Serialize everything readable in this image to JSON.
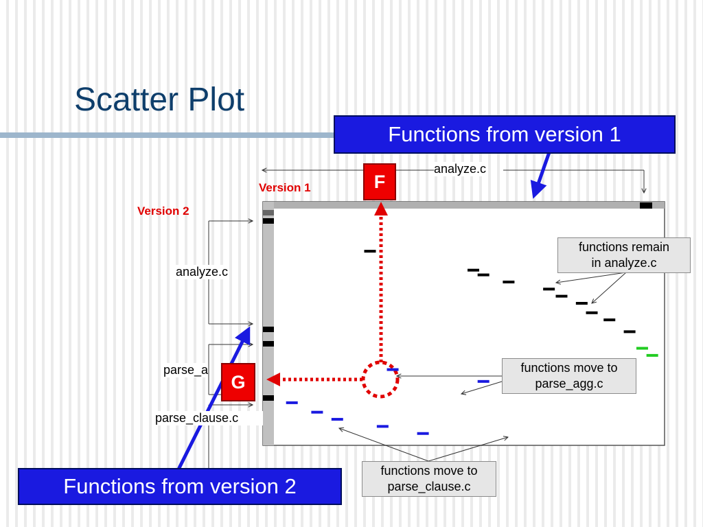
{
  "slide": {
    "title": "Scatter Plot",
    "callout_v1": "Functions from version 1",
    "callout_v2": "Functions from version 2",
    "version1_label": "Version 1",
    "version2_label": "Version 2",
    "top_file_label": "analyze.c",
    "left_file_labels": [
      "analyze.c",
      "parse_a",
      "parse_clause.c"
    ],
    "marker_f": "F",
    "marker_g": "G",
    "note_remain": [
      "functions remain",
      "in analyze.c"
    ],
    "note_agg": [
      "functions move to",
      "parse_agg.c"
    ],
    "note_clause": [
      "functions move to",
      "parse_clause.c"
    ],
    "colors": {
      "title": "#0e3e6b",
      "callout_bg": "#1a1ae0",
      "marker_red": "#ee0000",
      "analyze": "#000000",
      "agg": "#1a1ae0",
      "other": "#22cc22"
    }
  },
  "chart_data": {
    "type": "scatter",
    "x_label": "Version 1",
    "y_label": "Version 2",
    "x_range": [
      0,
      100
    ],
    "y_range": [
      0,
      100
    ],
    "series": [
      {
        "group": "analyze",
        "color": "#000000",
        "points": [
          [
            38,
            18
          ],
          [
            79,
            26
          ],
          [
            83,
            28
          ],
          [
            93,
            31
          ],
          [
            109,
            34
          ],
          [
            114,
            37
          ],
          [
            122,
            40
          ],
          [
            126,
            44
          ],
          [
            133,
            47
          ],
          [
            141,
            52
          ]
        ]
      },
      {
        "group": "parse_agg",
        "color": "#1a1ae0",
        "points": [
          [
            47,
            68
          ],
          [
            83,
            73
          ]
        ]
      },
      {
        "group": "parse_clause",
        "color": "#1a1ae0",
        "points": [
          [
            7,
            82
          ],
          [
            17,
            86
          ],
          [
            25,
            89
          ],
          [
            43,
            92
          ],
          [
            59,
            95
          ]
        ]
      },
      {
        "group": "other",
        "color": "#22cc22",
        "points": [
          [
            146,
            59
          ],
          [
            150,
            62
          ]
        ]
      }
    ]
  }
}
